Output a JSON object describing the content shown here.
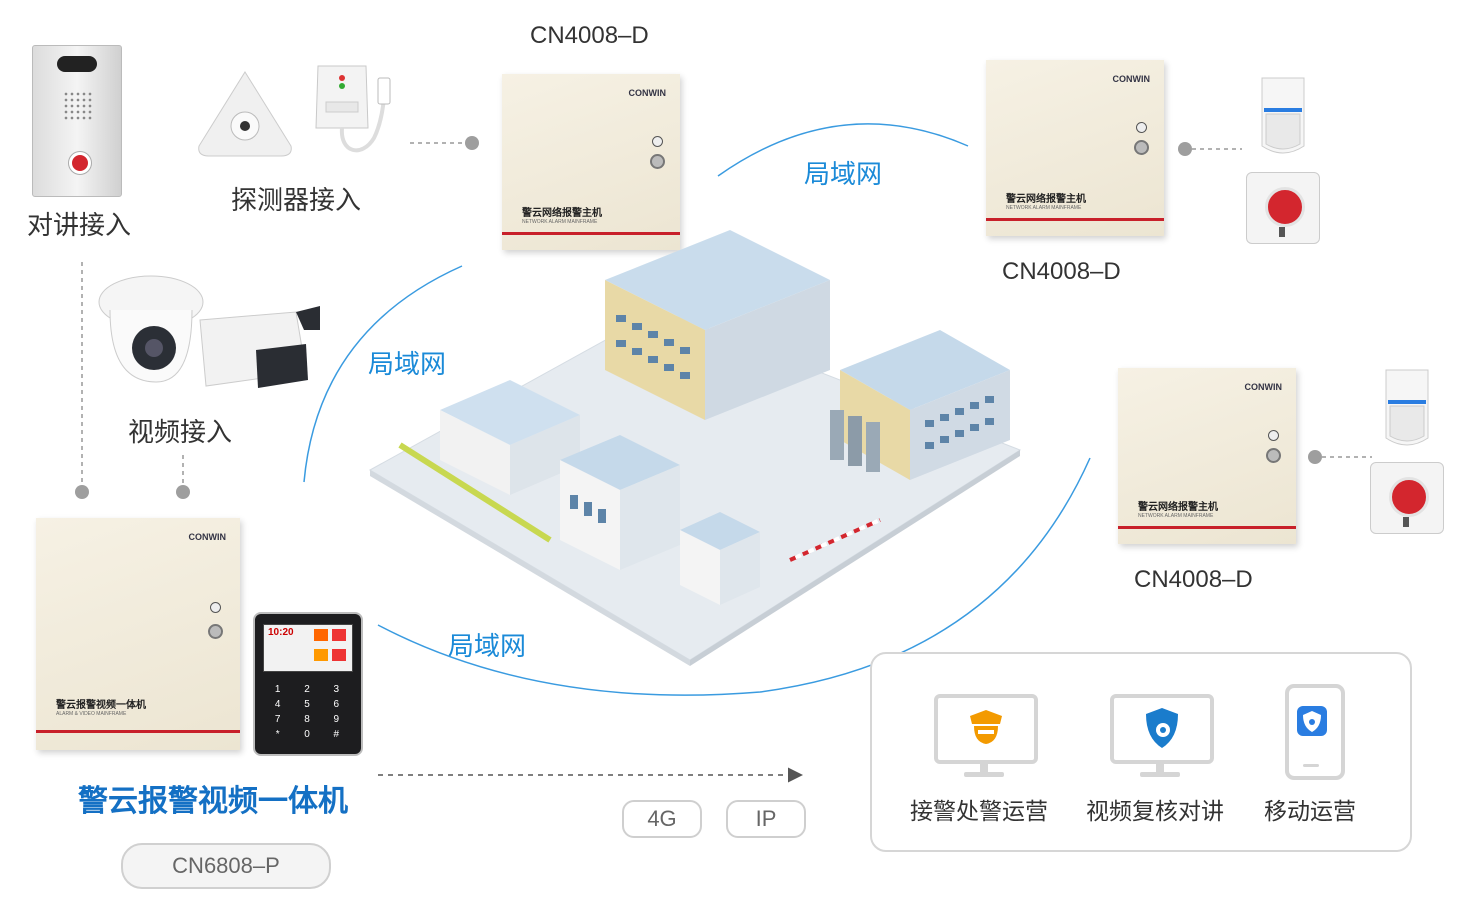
{
  "labels": {
    "intercom": "对讲接入",
    "detector": "探测器接入",
    "video": "视频接入",
    "main_product": "警云报警视频一体机"
  },
  "models": {
    "top_center": "CN4008–D",
    "top_right": "CN4008–D",
    "mid_right": "CN4008–D",
    "main": "CN6808–P"
  },
  "lan_labels": [
    "局域网",
    "局域网",
    "局域网"
  ],
  "network_tags": [
    "4G",
    "IP"
  ],
  "panels": {
    "alarm_title": "警云网络报警主机",
    "alarm_sub": "NETWORK ALARM MAINFRAME",
    "video_title": "警云报警视频一体机",
    "video_sub": "ALARM & VIDEO MAINFRAME",
    "brand": "CONWIN"
  },
  "keypad": {
    "time": "10:20",
    "keys": [
      "1",
      "2",
      "3",
      "4",
      "5",
      "6",
      "7",
      "8",
      "9",
      "*",
      "0",
      "#"
    ]
  },
  "services": [
    {
      "label": "接警处警运营",
      "icon": "police-icon"
    },
    {
      "label": "视频复核对讲",
      "icon": "shield-cloud-icon"
    },
    {
      "label": "移动运营",
      "icon": "mobile-app-icon"
    }
  ],
  "colors": {
    "accent_blue": "#1a8ad8",
    "title_blue": "#1470c4",
    "stripe_red": "#c8202a",
    "police_orange": "#f39a00"
  }
}
